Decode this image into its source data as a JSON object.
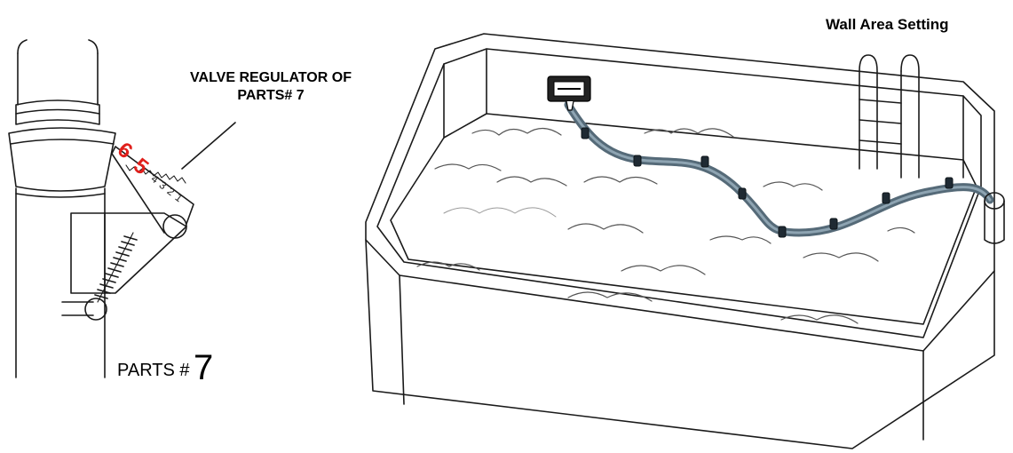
{
  "labels": {
    "wall_area_setting": "Wall Area Setting",
    "valve_regulator": "VALVE REGULATOR OF PARTS# 7",
    "parts_prefix": "PARTS #",
    "parts_number": "7"
  },
  "regulator_scale": {
    "highlighted": [
      "6",
      "5"
    ],
    "settings": [
      "4",
      "3",
      "2",
      "1"
    ]
  },
  "colors": {
    "highlight": "#e0201c",
    "hose": "#556a78",
    "outline": "#1a1a1a"
  }
}
